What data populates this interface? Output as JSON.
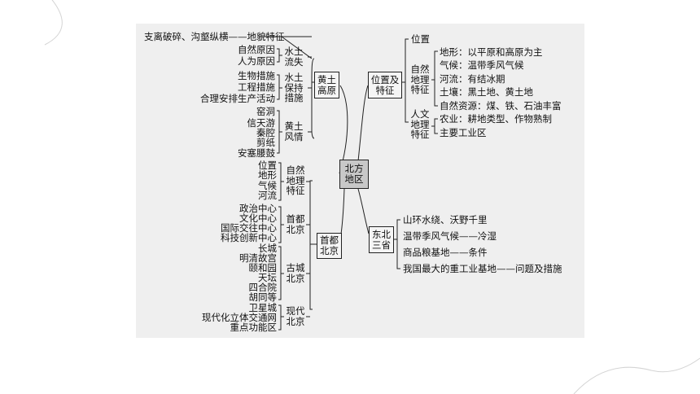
{
  "center": "北方地区",
  "loess": {
    "title": "黄土高原",
    "erosion": {
      "title": "水土流失",
      "top_line": "支离破碎、沟壑纵横——地貌特征",
      "causes": [
        "自然原因",
        "人为原因"
      ]
    },
    "conservation": {
      "title": "水土保持措施",
      "items": [
        "生物措施",
        "工程措施",
        "合理安排生产活动"
      ]
    },
    "customs": {
      "title": "黄土风情",
      "items": [
        "窑洞",
        "信天游",
        "秦腔",
        "剪纸",
        "安塞腰鼓"
      ]
    }
  },
  "location": {
    "title": "位置及特征",
    "position": "位置",
    "natural": {
      "title": "自然地理特征",
      "items": [
        "地形：以平原和高原为主",
        "气候：温带季风气候",
        "河流：有结冰期",
        "土壤：黑土地、黄土地",
        "自然资源：煤、铁、石油丰富"
      ]
    },
    "human": {
      "title": "人文地理特征",
      "items": [
        "农业：耕地类型、作物熟制",
        "主要工业区"
      ]
    }
  },
  "beijing": {
    "title": "首都北京",
    "natural": {
      "title": "自然地理特征",
      "items": [
        "位置",
        "地形",
        "气候",
        "河流"
      ]
    },
    "capital": {
      "title": "首都北京",
      "items": [
        "政治中心",
        "文化中心",
        "国际交往中心",
        "科技创新中心"
      ]
    },
    "ancient": {
      "title": "古城北京",
      "items": [
        "长城",
        "明清故宫",
        "颐和园",
        "天坛",
        "四合院",
        "胡同等"
      ]
    },
    "modern": {
      "title": "现代北京",
      "items": [
        "卫星城",
        "现代化立体交通网",
        "重点功能区"
      ]
    }
  },
  "northeast": {
    "title": "东北三省",
    "items": [
      "山环水绕、沃野千里",
      "温带季风气候——冷湿",
      "商品粮基地——条件",
      "我国最大的重工业基地——问题及措施"
    ]
  },
  "colors": {
    "panel": "#efefef",
    "line": "#222222",
    "center_fill": "#c8c8c8",
    "deco": "#d4d4d4"
  }
}
